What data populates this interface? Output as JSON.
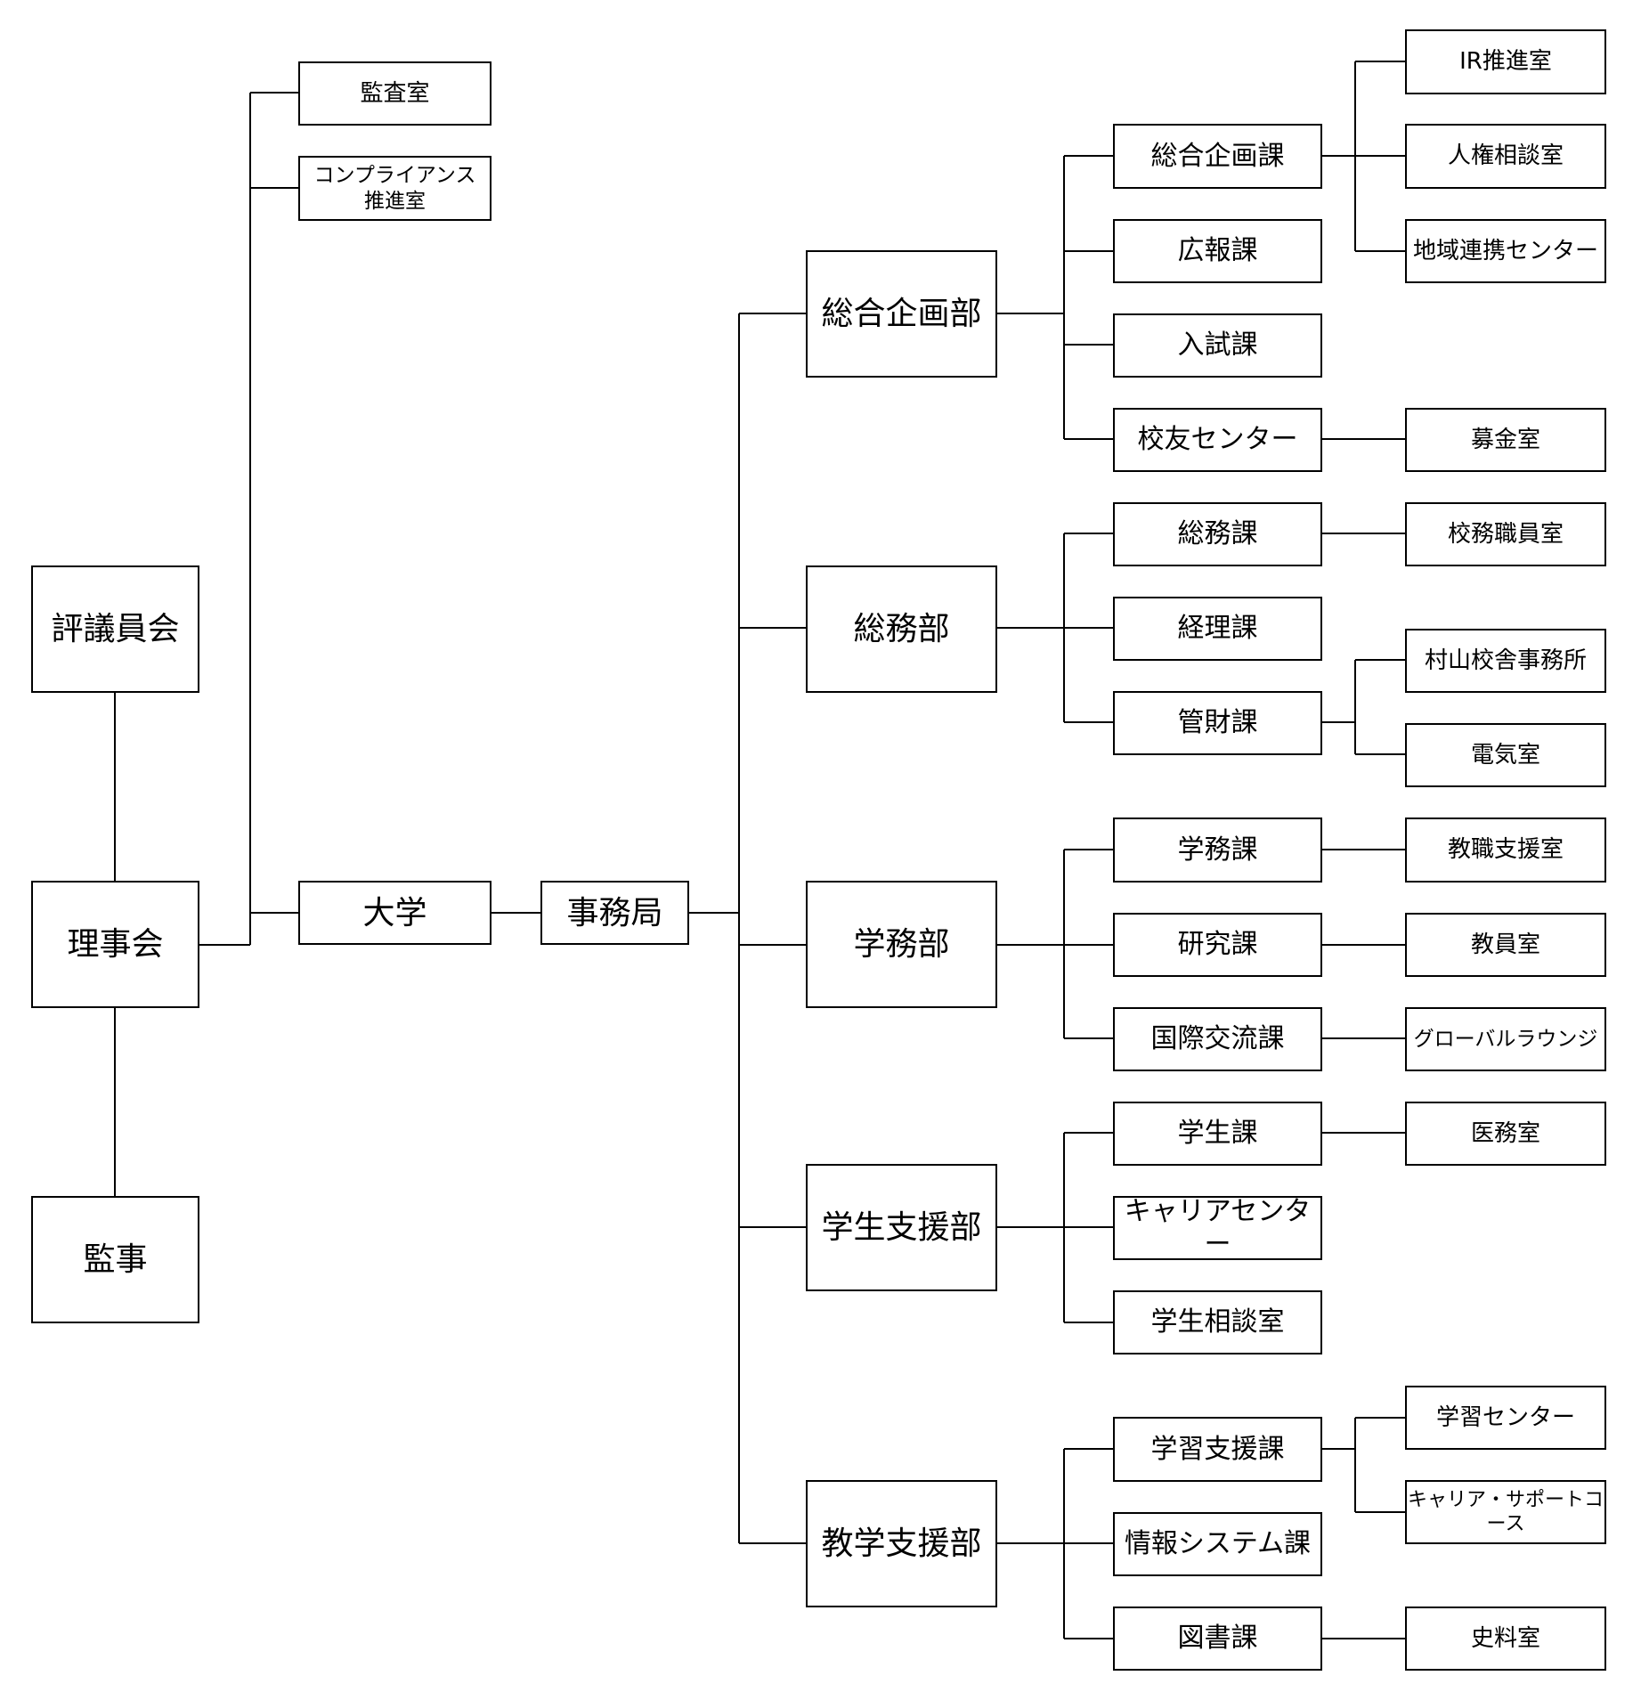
{
  "org": {
    "hyogiinkai": "評議員会",
    "rijikai": "理事会",
    "kanji": "監事",
    "kansashitsu": "監査室",
    "compliance": "コンプライアンス\n推進室",
    "daigaku": "大学",
    "jimukyoku": "事務局",
    "departments": {
      "sogo_kikaku_bu": "総合企画部",
      "somu_bu": "総務部",
      "gakumu_bu": "学務部",
      "gakusei_shien_bu": "学生支援部",
      "kyogaku_shien_bu": "教学支援部"
    },
    "sections": {
      "sogo_kikaku_ka": "総合企画課",
      "koho_ka": "広報課",
      "nyushi_ka": "入試課",
      "koyu_center": "校友センター",
      "somu_ka": "総務課",
      "keiri_ka": "経理課",
      "kanzai_ka": "管財課",
      "gakumu_ka": "学務課",
      "kenkyu_ka": "研究課",
      "kokusai_koryu_ka": "国際交流課",
      "gakusei_ka": "学生課",
      "career_center": "キャリアセンター",
      "gakusei_sodan_shitsu": "学生相談室",
      "gakushu_shien_ka": "学習支援課",
      "joho_system_ka": "情報システム課",
      "tosho_ka": "図書課"
    },
    "offices": {
      "ir_suishin_shitsu": "IR推進室",
      "jinken_sodan_shitsu": "人権相談室",
      "chiiki_renkei_center": "地域連携センター",
      "bokin_shitsu": "募金室",
      "komu_shokuin_shitsu": "校務職員室",
      "murayama_kosha_jimusho": "村山校舎事務所",
      "denki_shitsu": "電気室",
      "kyoshoku_shien_shitsu": "教職支援室",
      "kyoin_shitsu": "教員室",
      "global_lounge": "グローバルラウンジ",
      "imu_shitsu": "医務室",
      "gakushu_center": "学習センター",
      "career_support_course": "キャリア・サポートコース",
      "shiryo_shitsu": "史料室"
    }
  }
}
